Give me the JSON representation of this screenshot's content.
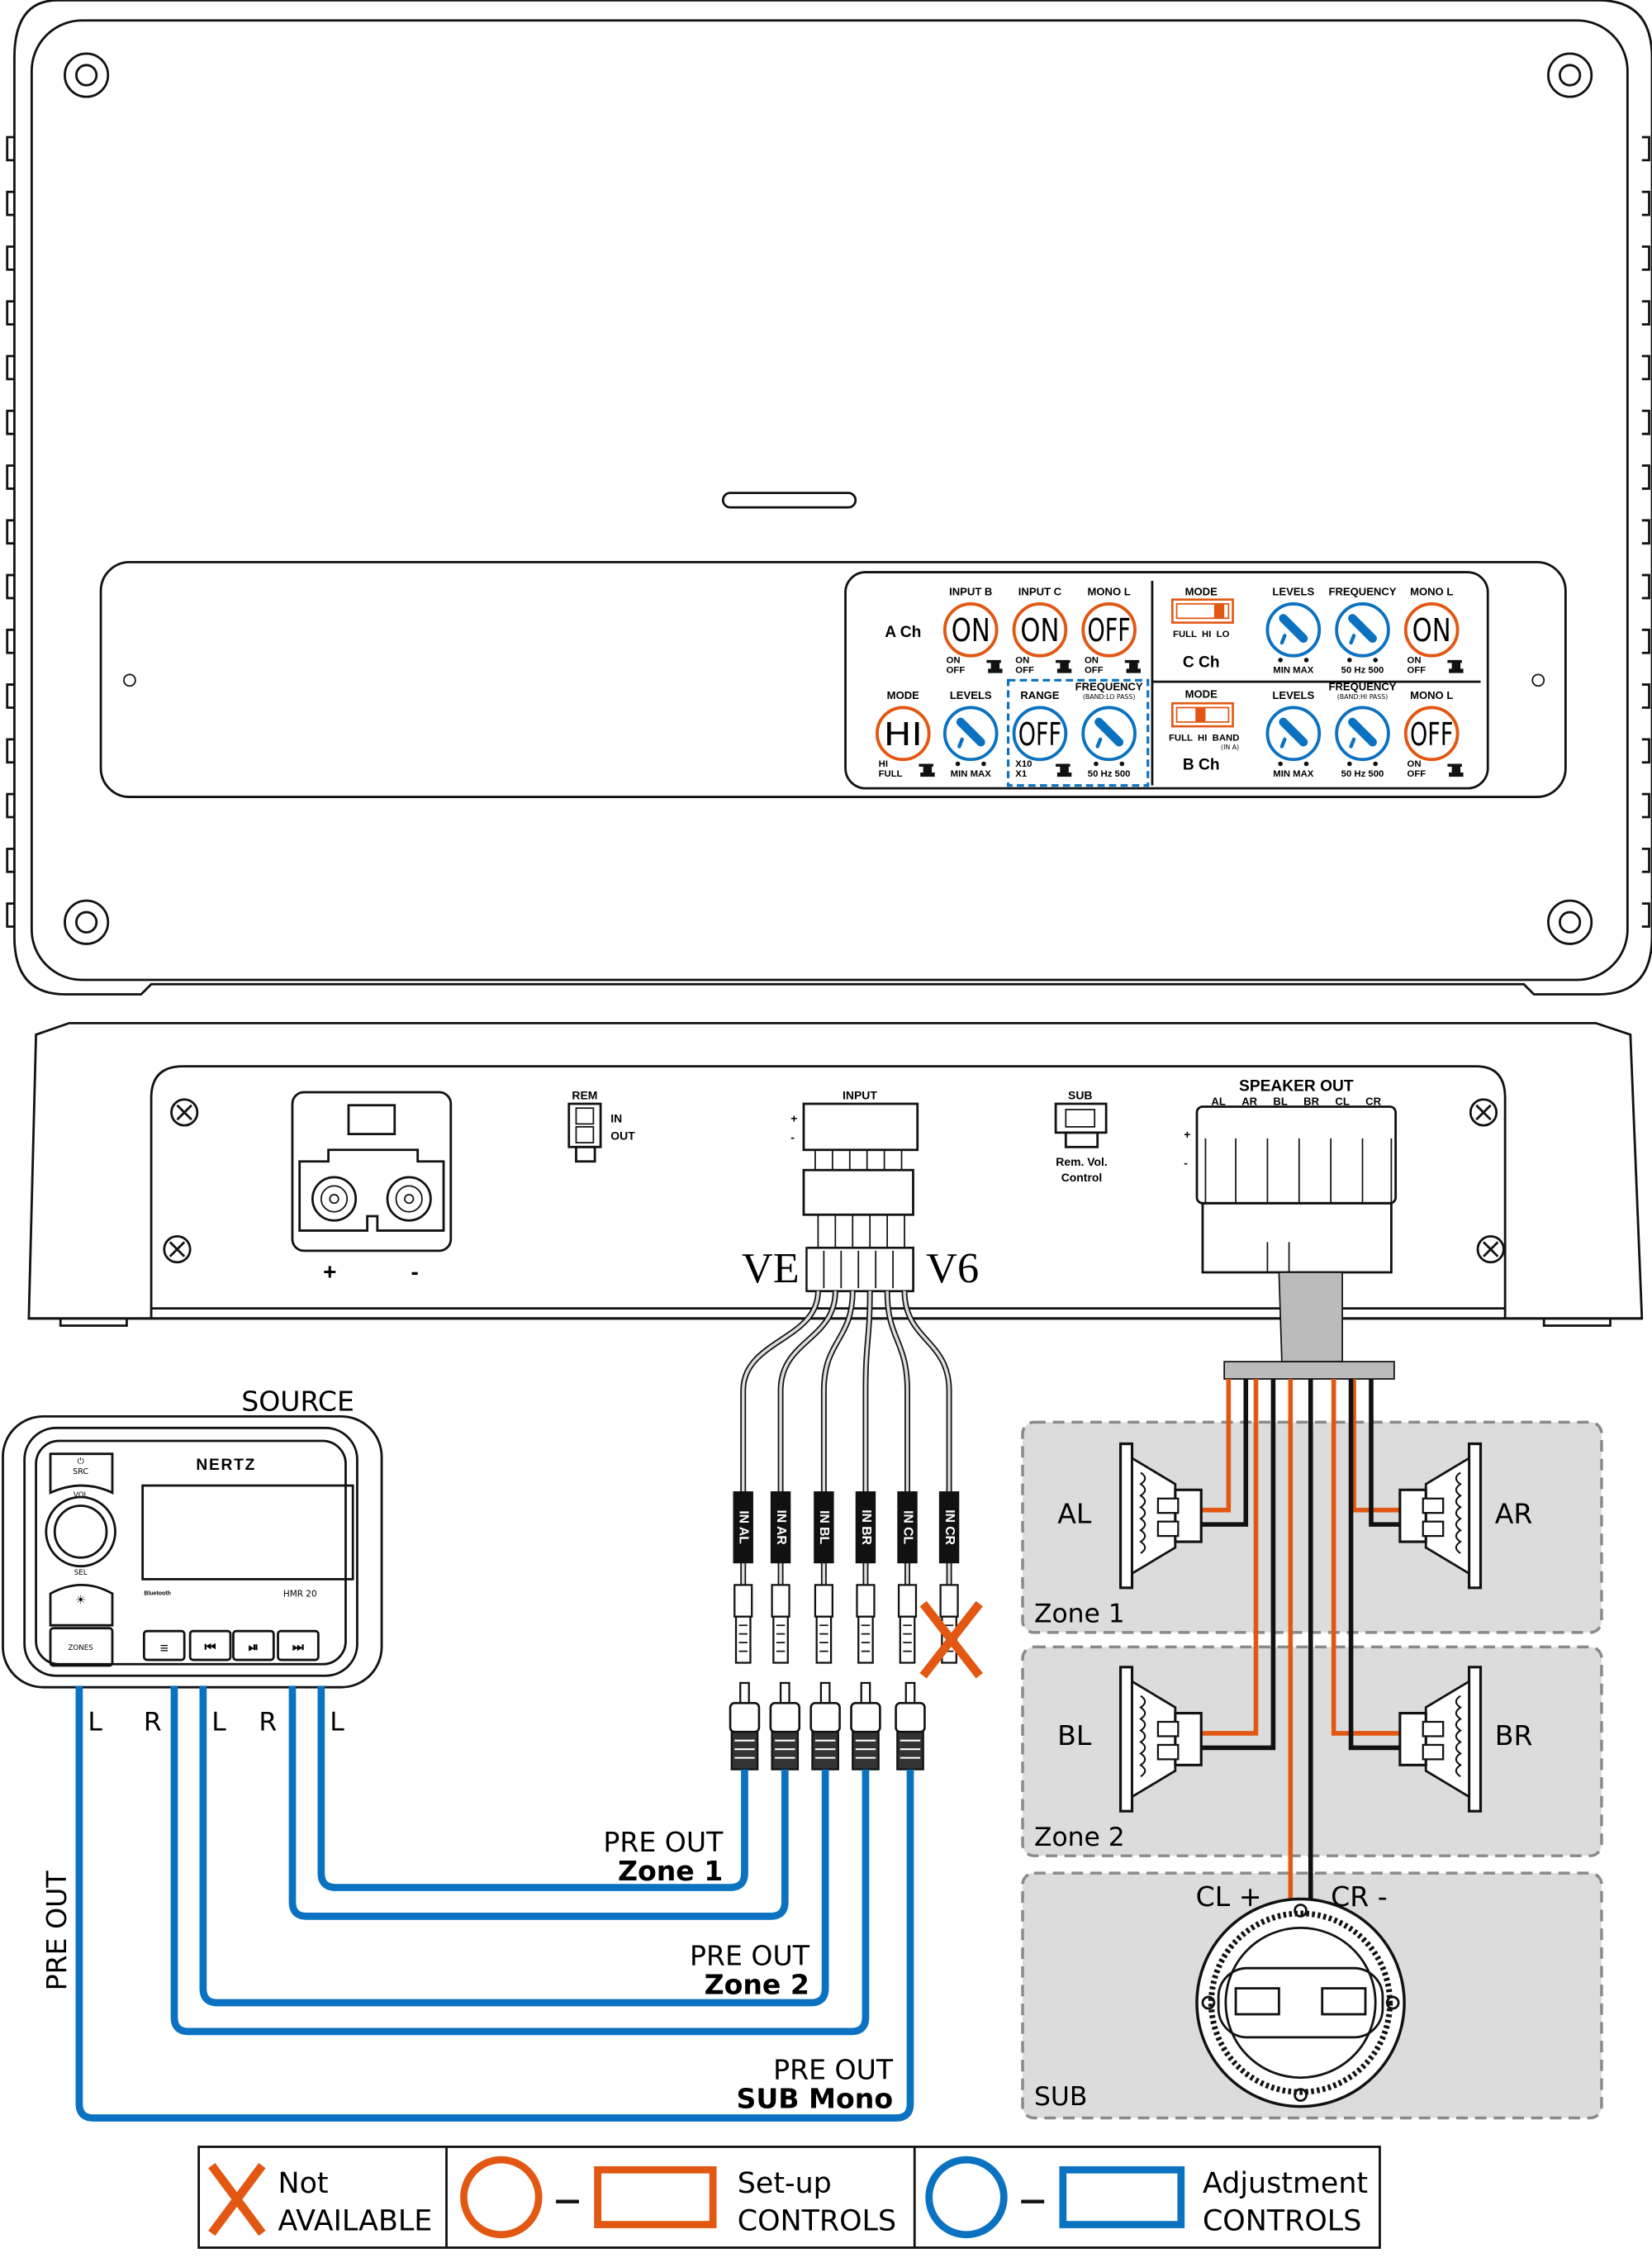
{
  "colors": {
    "setup": "#e25712",
    "adjust": "#0a72c0",
    "zone_fill": "#dcdcdc"
  },
  "amplifier": {
    "model_text": [
      "VE",
      "V6"
    ],
    "channels": {
      "a": "A Ch",
      "b": "B Ch",
      "c": "C Ch"
    },
    "controls": [
      {
        "label": "INPUT B",
        "type": "setup",
        "value": "ON",
        "scale": [
          "ON",
          "OFF"
        ],
        "scale_style": "switch"
      },
      {
        "label": "INPUT C",
        "type": "setup",
        "value": "ON",
        "scale": [
          "ON",
          "OFF"
        ],
        "scale_style": "switch"
      },
      {
        "label": "MONO L",
        "type": "setup",
        "value": "OFF",
        "scale": [
          "ON",
          "OFF"
        ],
        "scale_style": "switch"
      },
      {
        "label": "MODE",
        "type": "setup",
        "value": "HI",
        "scale": [
          "HI",
          "FULL"
        ],
        "scale_style": "switch"
      },
      {
        "label": "LEVELS",
        "type": "adjust",
        "value": "",
        "scale": [
          "MIN",
          "MAX"
        ],
        "scale_style": "dial"
      },
      {
        "label": "RANGE",
        "type": "adjust",
        "value": "OFF",
        "scale": [
          "X10",
          "X1"
        ],
        "scale_style": "switch"
      },
      {
        "label": "FREQUENCY",
        "sublabel": "(BAND:LO PASS)",
        "type": "adjust",
        "value": "",
        "scale": [
          "50 Hz",
          "500"
        ],
        "scale_style": "dial"
      },
      {
        "label": "LEVELS",
        "type": "adjust",
        "value": "",
        "scale": [
          "MIN",
          "MAX"
        ],
        "scale_style": "dial"
      },
      {
        "label": "FREQUENCY",
        "type": "adjust",
        "value": "",
        "scale": [
          "50 Hz",
          "500"
        ],
        "scale_style": "dial"
      },
      {
        "label": "MONO L",
        "type": "setup",
        "value": "ON",
        "scale": [
          "ON",
          "OFF"
        ],
        "scale_style": "switch"
      },
      {
        "label": "LEVELS",
        "type": "adjust",
        "value": "",
        "scale": [
          "MIN",
          "MAX"
        ],
        "scale_style": "dial"
      },
      {
        "label": "FREQUENCY",
        "sublabel": "(BAND:HI PASS)",
        "type": "adjust",
        "value": "",
        "scale": [
          "50 Hz",
          "500"
        ],
        "scale_style": "dial"
      },
      {
        "label": "MONO L",
        "type": "setup",
        "value": "OFF",
        "scale": [
          "ON",
          "OFF"
        ],
        "scale_style": "switch"
      }
    ],
    "mode_c": {
      "label": "MODE",
      "options": "FULL  HI  LO",
      "selected": "LO"
    },
    "mode_b": {
      "label": "MODE",
      "options": "FULL  HI  BAND",
      "note": "(IN A)",
      "selected": "HI"
    },
    "side": {
      "rem": "REM",
      "rem_in": "IN",
      "rem_out": "OUT",
      "input": "INPUT",
      "plus": "+",
      "minus": "-",
      "sub": "SUB",
      "sub_note1": "Rem. Vol.",
      "sub_note2": "Control",
      "speaker_out": "SPEAKER OUT",
      "speaker_channels": [
        "AL",
        "AR",
        "BL",
        "BR",
        "CL",
        "CR"
      ],
      "power_plus": "+",
      "power_minus": "-"
    }
  },
  "rca_inputs": [
    "IN AL",
    "IN AR",
    "IN BL",
    "IN BR",
    "IN CL",
    "IN CR"
  ],
  "source": {
    "title": "SOURCE",
    "brand": "NERTZ",
    "model": "HMR 20",
    "bluetooth": "Bluetooth",
    "buttons": {
      "src": "SRC",
      "vol": "VOL",
      "sel": "SEL",
      "zones": "ZONES"
    },
    "outputs": [
      "L",
      "R",
      "L",
      "R",
      "L"
    ],
    "pre_out_vertical": "PRE OUT"
  },
  "preouts": [
    {
      "line1": "PRE OUT",
      "line2": "Zone 1"
    },
    {
      "line1": "PRE OUT",
      "line2": "Zone 2"
    },
    {
      "line1": "PRE OUT",
      "line2": "SUB Mono"
    }
  ],
  "zones": [
    {
      "name": "Zone 1",
      "left": "AL",
      "right": "AR"
    },
    {
      "name": "Zone 2",
      "left": "BL",
      "right": "BR"
    },
    {
      "name": "SUB",
      "left": "CL +",
      "right": "CR -"
    }
  ],
  "legend": [
    {
      "line1": "Not",
      "line2": "AVAILABLE",
      "icon": "x-icon"
    },
    {
      "line1": "Set-up",
      "line2": "CONTROLS",
      "icon": "orange-circle-rect"
    },
    {
      "line1": "Adjustment",
      "line2": "CONTROLS",
      "icon": "blue-circle-rect"
    }
  ]
}
